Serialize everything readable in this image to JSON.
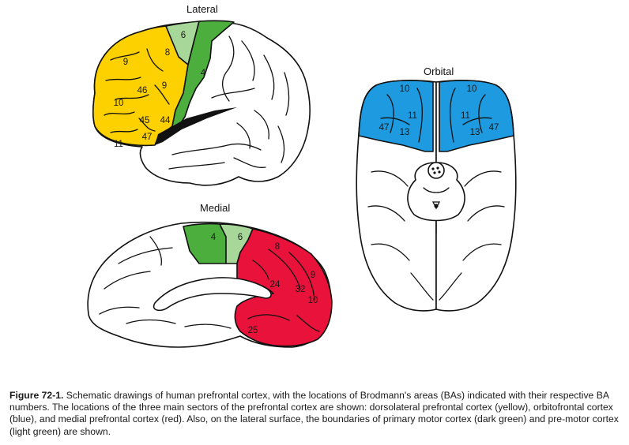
{
  "views": {
    "lateral": {
      "title": "Lateral"
    },
    "orbital": {
      "title": "Orbital"
    },
    "medial": {
      "title": "Medial"
    }
  },
  "colors": {
    "dorsolateral": "#fdd000",
    "orbitofrontal": "#1e9ae0",
    "medial": "#e8123a",
    "primary_motor": "#4caf3d",
    "premotor": "#a8d79a"
  },
  "labels": {
    "lateral": [
      "6",
      "8",
      "9",
      "4",
      "46",
      "9",
      "10",
      "45",
      "44",
      "47",
      "11"
    ],
    "orbital": [
      "10",
      "10",
      "11",
      "11",
      "47",
      "13",
      "13",
      "47"
    ],
    "medial": [
      "4",
      "6",
      "8",
      "9",
      "24",
      "32",
      "10",
      "25"
    ]
  },
  "caption": {
    "label": "Figure 72-1.",
    "text": " Schematic drawings of human prefrontal cortex, with the locations of Brodmann's areas (BAs) indicated with their respective BA numbers. The locations of the three main sectors of the prefrontal cortex are shown: dorsolateral prefrontal cortex (yellow), orbitofrontal cortex (blue), and medial prefrontal cortex (red). Also, on the lateral surface, the boundaries of primary motor cortex (dark green) and pre-motor cortex (light green) are shown."
  }
}
